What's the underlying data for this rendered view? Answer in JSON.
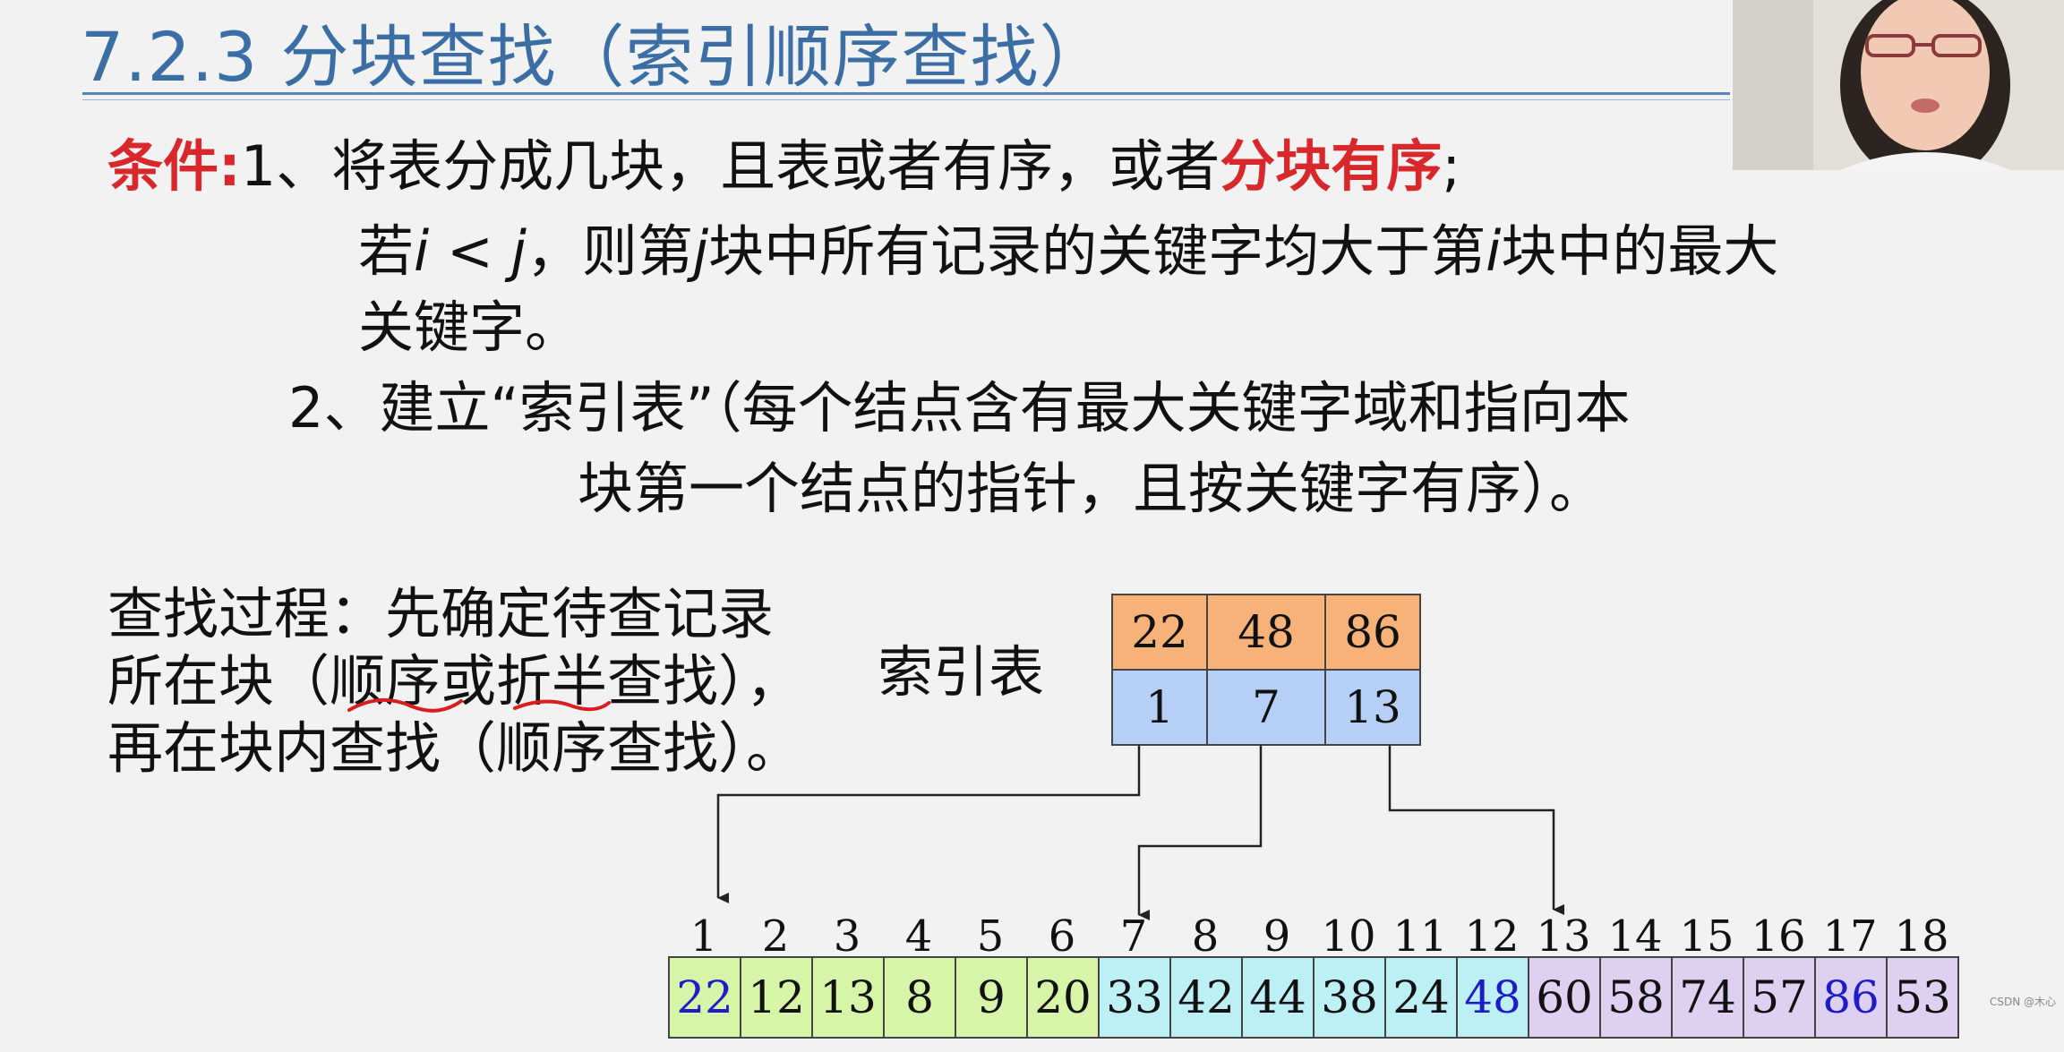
{
  "header": {
    "title": "7.2.3 分块查找（索引顺序查找）"
  },
  "conditions": {
    "label": "条件:",
    "line1_a": "1、将表分成几块，且表或者有序，或者",
    "line1_highlight": "分块有序",
    "line1_end": ";",
    "line2_a": "若",
    "line2_i": "i",
    "line2_lt": " < ",
    "line2_j": "j",
    "line2_b": "，则第",
    "line2_j2": "j",
    "line2_c": "块中所有记录的关键字均大于第",
    "line2_i2": "i",
    "line2_d": "块中的最大",
    "line3": "关键字。",
    "line4": "2、建立“索引表”（每个结点含有最大关键字域和指向本",
    "line5": "块第一个结点的指针，且按关键字有序）。"
  },
  "process": {
    "line1": "查找过程：先确定待查记录",
    "line2": "所在块（顺序或折半查找），",
    "line3": "再在块内查找（顺序查找）。"
  },
  "index_table": {
    "label": "索引表",
    "keys": [
      "22",
      "48",
      "86"
    ],
    "pointers": [
      "1",
      "7",
      "13"
    ],
    "key_color": "#f7b27a",
    "pointer_color": "#b5cff7"
  },
  "array": {
    "indices": [
      "1",
      "2",
      "3",
      "4",
      "5",
      "6",
      "7",
      "8",
      "9",
      "10",
      "11",
      "12",
      "13",
      "14",
      "15",
      "16",
      "17",
      "18"
    ],
    "values": [
      "22",
      "12",
      "13",
      "8",
      "9",
      "20",
      "33",
      "42",
      "44",
      "38",
      "24",
      "48",
      "60",
      "58",
      "74",
      "57",
      "86",
      "53"
    ],
    "highlighted_blue": [
      0,
      11,
      16
    ],
    "block_colors": [
      "#d6f5a8",
      "#bdf0f5",
      "#ddd0f0"
    ]
  },
  "watermark": "CSDN @木心"
}
